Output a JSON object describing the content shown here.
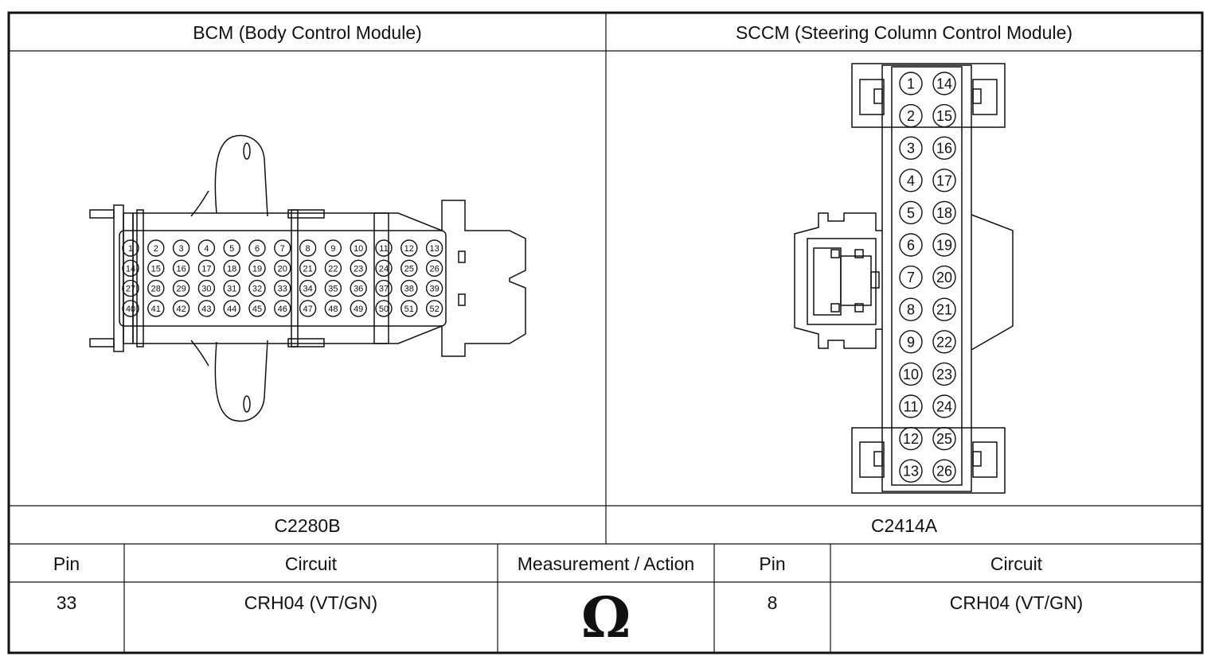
{
  "headers": {
    "left_module": "BCM (Body Control Module)",
    "right_module": "SCCM (Steering Column Control Module)"
  },
  "connectors": {
    "left_id": "C2280B",
    "right_id": "C2414A"
  },
  "bcm_connector": {
    "rows": [
      [
        "1",
        "2",
        "3",
        "4",
        "5",
        "6",
        "7",
        "8",
        "9",
        "10",
        "11",
        "12",
        "13"
      ],
      [
        "14",
        "15",
        "16",
        "17",
        "18",
        "19",
        "20",
        "21",
        "22",
        "23",
        "24",
        "25",
        "26"
      ],
      [
        "27",
        "28",
        "29",
        "30",
        "31",
        "32",
        "33",
        "34",
        "35",
        "36",
        "37",
        "38",
        "39"
      ],
      [
        "40",
        "41",
        "42",
        "43",
        "44",
        "45",
        "46",
        "47",
        "48",
        "49",
        "50",
        "51",
        "52"
      ]
    ]
  },
  "sccm_connector": {
    "left_column": [
      "1",
      "2",
      "3",
      "4",
      "5",
      "6",
      "7",
      "8",
      "9",
      "10",
      "11",
      "12",
      "13"
    ],
    "right_column": [
      "14",
      "15",
      "16",
      "17",
      "18",
      "19",
      "20",
      "21",
      "22",
      "23",
      "24",
      "25",
      "26"
    ]
  },
  "table": {
    "headers": [
      "Pin",
      "Circuit",
      "Measurement / Action",
      "Pin",
      "Circuit"
    ],
    "row": {
      "pin_left": "33",
      "circuit_left": "CRH04 (VT/GN)",
      "measurement_symbol": "Ω",
      "pin_right": "8",
      "circuit_right": "CRH04 (VT/GN)"
    }
  }
}
